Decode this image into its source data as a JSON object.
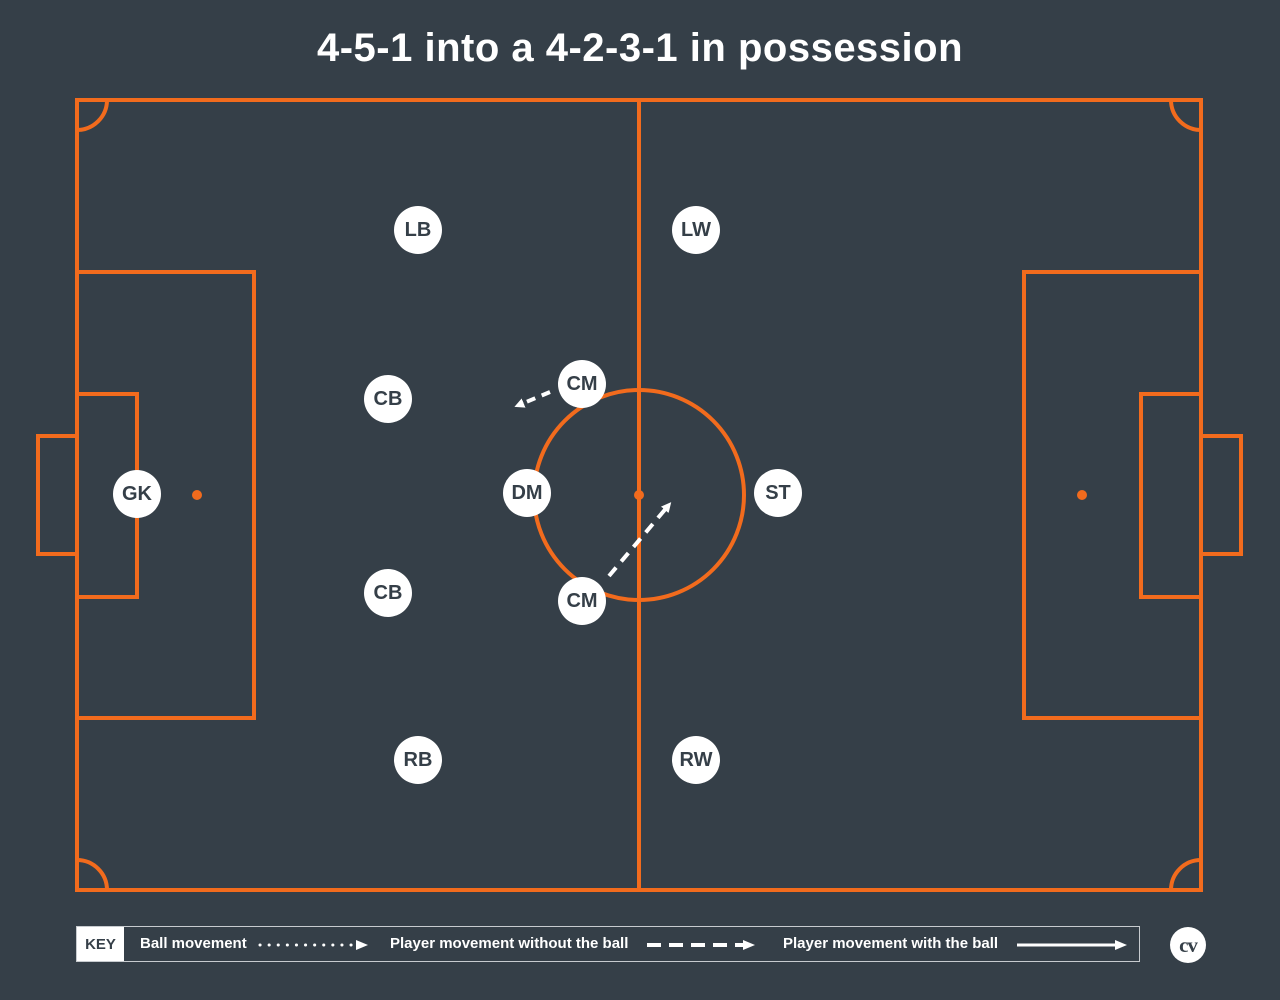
{
  "title": "4-5-1 into a 4-2-3-1 in possession",
  "colors": {
    "background": "#353f48",
    "pitch_lines": "#f26b1d",
    "player_fill": "#ffffff",
    "player_text": "#353f48",
    "movement_arrows": "#ffffff"
  },
  "players": [
    {
      "label": "GK",
      "role": "goalkeeper"
    },
    {
      "label": "LB",
      "role": "left-back"
    },
    {
      "label": "CB",
      "role": "centre-back-top"
    },
    {
      "label": "CB",
      "role": "centre-back-bottom"
    },
    {
      "label": "RB",
      "role": "right-back"
    },
    {
      "label": "DM",
      "role": "defensive-midfielder"
    },
    {
      "label": "CM",
      "role": "central-midfielder-top"
    },
    {
      "label": "CM",
      "role": "central-midfielder-bottom"
    },
    {
      "label": "LW",
      "role": "left-winger"
    },
    {
      "label": "RW",
      "role": "right-winger"
    },
    {
      "label": "ST",
      "role": "striker"
    }
  ],
  "movements": [
    {
      "type": "player_movement_without_ball",
      "from": "CM (top)"
    },
    {
      "type": "player_movement_without_ball",
      "from": "CM (bottom)"
    }
  ],
  "key": {
    "tag": "KEY",
    "items": [
      {
        "label": "Ball movement",
        "style": "dotted"
      },
      {
        "label": "Player movement without the ball",
        "style": "dashed"
      },
      {
        "label": "Player movement with the ball",
        "style": "solid"
      }
    ]
  },
  "logo": "cv"
}
